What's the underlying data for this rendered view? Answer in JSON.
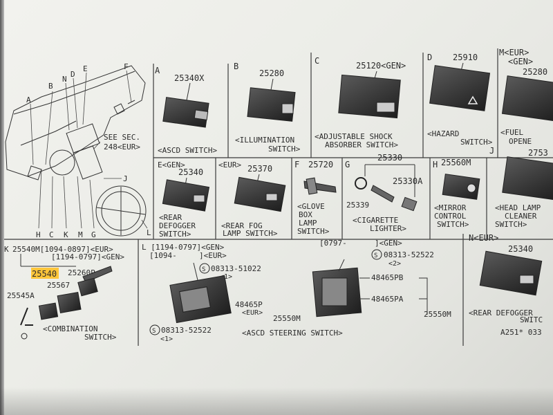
{
  "sections": {
    "A": {
      "letter": "A",
      "part": "25340X",
      "name": "<ASCD SWITCH>"
    },
    "B": {
      "letter": "B",
      "part": "25280",
      "name1": "<ILLUMINATION",
      "name2": "SWITCH>"
    },
    "C": {
      "letter": "C",
      "part": "25120<GEN>",
      "name1": "<ADJUSTABLE SHOCK",
      "name2": "ABSORBER SWITCH>"
    },
    "D": {
      "letter": "D",
      "part": "25910",
      "name1": "<HAZARD",
      "name2": "SWITCH>"
    },
    "M": {
      "letter": "M<EUR>",
      "variant": "<GEN>",
      "part": "25280",
      "name1": "<FUEL",
      "name2": "OPENE"
    },
    "E": {
      "letter": "E<GEN>",
      "part": "25340",
      "name1": "<REAR",
      "name2": "DEFOGGER",
      "name3": "SWITCH>"
    },
    "EUR": {
      "letter": "<EUR>",
      "part": "25370",
      "name1": "<REAR FOG",
      "name2": "LAMP SWITCH>"
    },
    "F": {
      "letter": "F",
      "part": "25720",
      "name1": "<GLOVE",
      "name2": "BOX",
      "name3": "LAMP",
      "name4": "SWITCH>"
    },
    "G": {
      "letter": "G",
      "part1": "25330",
      "part2": "25330A",
      "part3": "25339",
      "name1": "<CIGARETTE",
      "name2": "LIGHTER>"
    },
    "H": {
      "letter": "H",
      "part": "25560M",
      "name1": "<MIRROR",
      "name2": "CONTROL",
      "name3": "SWITCH>"
    },
    "J": {
      "letter": "J",
      "part": "2753",
      "name1": "<HEAD LAMP",
      "name2": "CLEANER",
      "name3": "SWITCH>"
    },
    "K": {
      "letter": "K",
      "header1": "25540M[1094-0897]<EUR>",
      "header2": "[1194-0797]<GEN>",
      "part_hl": "25540",
      "p1": "25260P",
      "p2": "25567",
      "p3": "25545A",
      "name1": "<COMBINATION",
      "name2": "SWITCH>"
    },
    "L": {
      "header1": "L [1194-0797]<GEN>",
      "header2": "[1094-",
      "header3": "]<EUR>",
      "s1": "08313-51022",
      "q1": "<1>",
      "p1": "48465P",
      "p1b": "<EUR>",
      "p2": "25550M",
      "s2": "08313-52522",
      "q2": "<1>",
      "name": "<ASCD STEERING SWITCH>"
    },
    "L2": {
      "header1": "[0797-",
      "header2": "]<GEN>",
      "s1": "08313-52522",
      "q1": "<2>",
      "p1": "48465PB",
      "p2": "48465PA",
      "p3": "25550M"
    },
    "N": {
      "letter": "N<EUR>",
      "part": "25340",
      "name1": "<REAR DEFOGGER",
      "name2": "SWITC"
    }
  },
  "overview": {
    "letters": [
      "A",
      "B",
      "N",
      "D",
      "E",
      "F",
      "H",
      "C",
      "K",
      "M",
      "G",
      "L",
      "J"
    ],
    "note1": "SEE SEC.",
    "note2": "248<EUR>"
  },
  "ref_code": "A251* 033",
  "colors": {
    "highlight": "#ffc63a",
    "ink": "#2b2b2b",
    "paper": "#f0f0ec"
  }
}
